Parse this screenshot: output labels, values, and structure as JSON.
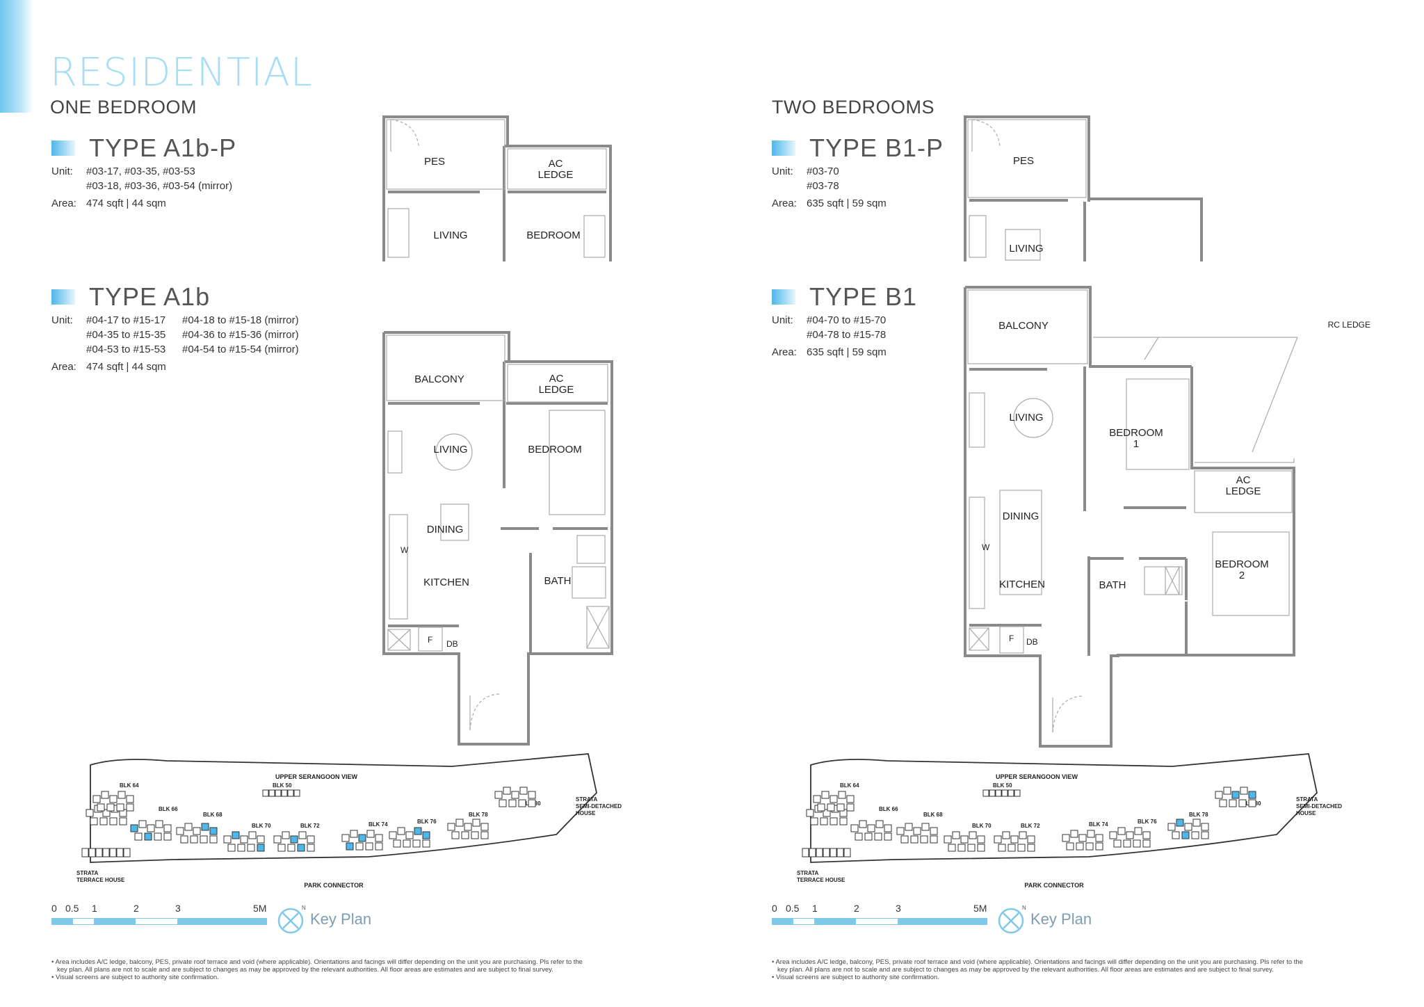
{
  "page": {
    "title": "RESIDENTIAL",
    "left_section": "ONE BEDROOM",
    "right_section": "TWO BEDROOMS"
  },
  "types": [
    {
      "name": "TYPE A1b-P",
      "unit_label": "Unit:",
      "units": [
        "#03-17, #03-35, #03-53",
        "#03-18, #03-36, #03-54 (mirror)"
      ],
      "area_label": "Area:",
      "area": "474 sqft | 44 sqm"
    },
    {
      "name": "TYPE A1b",
      "unit_label": "Unit:",
      "units_col1": [
        "#04-17 to #15-17",
        "#04-35 to #15-35",
        "#04-53 to #15-53"
      ],
      "units_col2": [
        "#04-18 to #15-18 (mirror)",
        "#04-36 to #15-36 (mirror)",
        "#04-54 to #15-54 (mirror)"
      ],
      "area_label": "Area:",
      "area": "474 sqft | 44 sqm"
    },
    {
      "name": "TYPE B1-P",
      "unit_label": "Unit:",
      "units": [
        "#03-70",
        "#03-78"
      ],
      "area_label": "Area:",
      "area": "635 sqft | 59 sqm"
    },
    {
      "name": "TYPE B1",
      "unit_label": "Unit:",
      "units": [
        "#04-70 to #15-70",
        "#04-78 to #15-78"
      ],
      "area_label": "Area:",
      "area": "635 sqft | 59 sqm"
    }
  ],
  "rooms": {
    "pes": "PES",
    "ac_ledge_1": "AC",
    "ac_ledge_2": "LEDGE",
    "living": "LIVING",
    "bedroom": "BEDROOM",
    "balcony": "BALCONY",
    "dining": "DINING",
    "kitchen": "KITCHEN",
    "bath": "BATH",
    "w": "W",
    "f": "F",
    "db": "DB",
    "bedroom1_a": "BEDROOM",
    "bedroom1_b": "1",
    "bedroom2_a": "BEDROOM",
    "bedroom2_b": "2",
    "rc_ledge": "RC LEDGE"
  },
  "site_plan": {
    "top_road": "UPPER SERANGOON VIEW",
    "bottom_road": "PARK CONNECTOR",
    "strata_semi_1": "STRATA",
    "strata_semi_2": "SEMI-DETACHED",
    "strata_semi_3": "HOUSE",
    "strata_terrace_1": "STRATA",
    "strata_terrace_2": "TERRACE HOUSE",
    "blocks": [
      "BLK 50",
      "BLK 64",
      "BLK 66",
      "BLK 68",
      "BLK 70",
      "BLK 72",
      "BLK 74",
      "BLK 76",
      "BLK 78",
      "BLK 80"
    ],
    "highlight_color": "#4fb6e8"
  },
  "scale": {
    "ticks": [
      "0",
      "0.5",
      "1",
      "2",
      "3",
      "5M"
    ]
  },
  "key_plan_label": "Key Plan",
  "key_plan_north": "N",
  "notes": [
    "Area includes A/C ledge, balcony, PES, private roof terrace and void (where applicable). Orientations and facings will differ depending on the unit you are purchasing. Pls refer to the",
    "key plan. All plans are not to scale and are subject to changes as may be approved by the relevant authorities. All floor areas are estimates and are subject to final survey.",
    "Visual screens are subject to authority site confirmation."
  ],
  "colors": {
    "accent": "#4fb6e8",
    "title": "#a6dff4",
    "wall": "#8a8a8a"
  }
}
